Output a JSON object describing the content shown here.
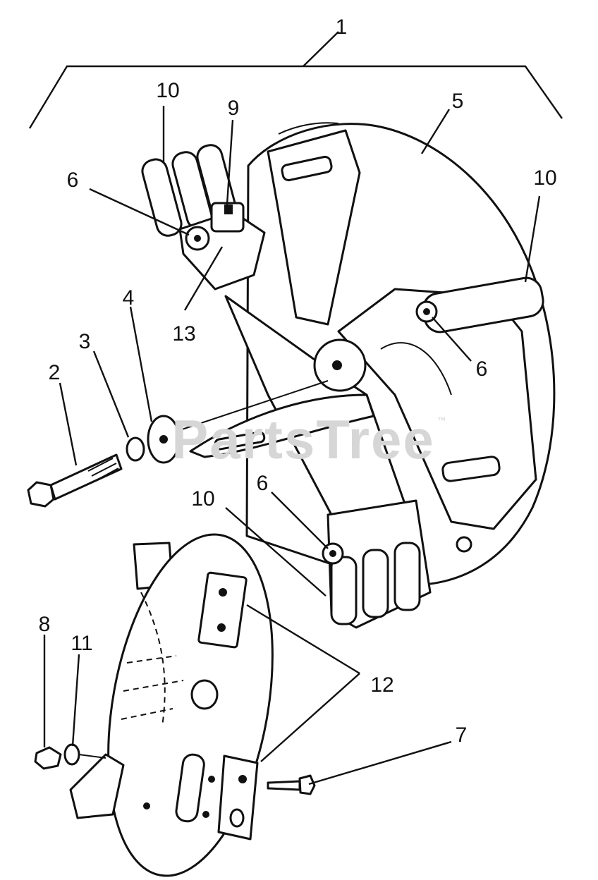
{
  "watermark": {
    "text": "PartsTree",
    "mark": "™"
  },
  "callouts": [
    {
      "id": "c1",
      "text": "1"
    },
    {
      "id": "c2",
      "text": "2"
    },
    {
      "id": "c3",
      "text": "3"
    },
    {
      "id": "c4",
      "text": "4"
    },
    {
      "id": "c5",
      "text": "5"
    },
    {
      "id": "c6a",
      "text": "6"
    },
    {
      "id": "c6b",
      "text": "6"
    },
    {
      "id": "c6c",
      "text": "6"
    },
    {
      "id": "c7",
      "text": "7"
    },
    {
      "id": "c8",
      "text": "8"
    },
    {
      "id": "c9",
      "text": "9"
    },
    {
      "id": "c10a",
      "text": "10"
    },
    {
      "id": "c10b",
      "text": "10"
    },
    {
      "id": "c10c",
      "text": "10"
    },
    {
      "id": "c11",
      "text": "11"
    },
    {
      "id": "c12",
      "text": "12"
    },
    {
      "id": "c13",
      "text": "13"
    }
  ]
}
